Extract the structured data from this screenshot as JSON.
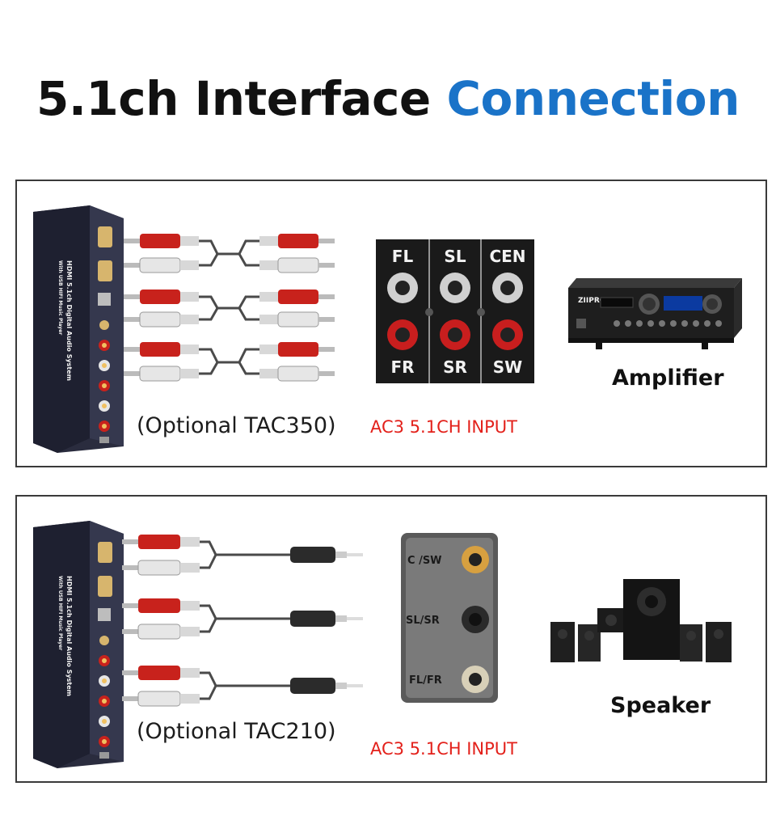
{
  "title": {
    "part1": "5.1ch Interface",
    "part2": "Connection"
  },
  "panels": [
    {
      "caption": "(Optional TAC350)",
      "input_label": "AC3 5.1CH INPUT",
      "device_label": "Amplifier",
      "jacks_top": [
        "FL",
        "SL",
        "CEN"
      ],
      "jacks_bottom": [
        "FR",
        "SR",
        "SW"
      ],
      "amp_brand": "ZIIPRO"
    },
    {
      "caption": "(Optional TAC210)",
      "input_label": "AC3 5.1CH INPUT",
      "device_label": "Speaker",
      "jacks": [
        "C /SW",
        "SL/SR",
        "FL/FR"
      ]
    }
  ],
  "decoder": {
    "label_line1": "HDMI 5.1ch Digital Audio System",
    "label_line2": "With USB HIFI Music Player"
  },
  "colors": {
    "accent": "#1a73c8",
    "input_red": "#e3211b",
    "plug_red": "#c8221c",
    "plug_white": "#e6e6e6"
  }
}
